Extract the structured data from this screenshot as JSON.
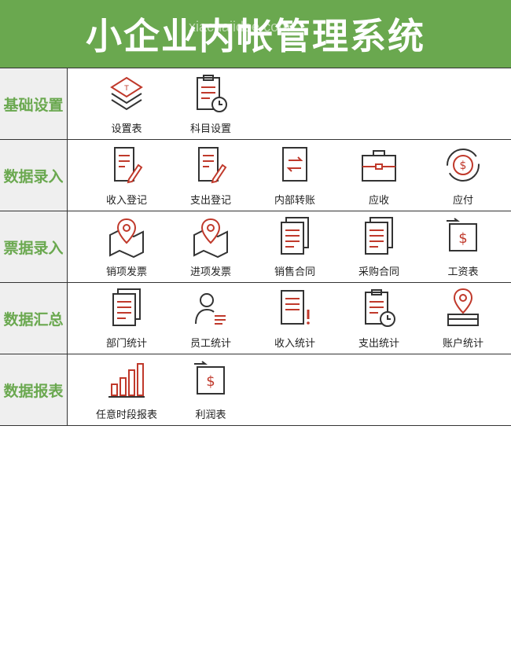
{
  "header": {
    "title": "小企业内帐管理系统",
    "watermark": "xiachaiidoe.com"
  },
  "colors": {
    "accent": "#6aa84f",
    "icon_red": "#c0392b",
    "icon_dark": "#333333",
    "category_bg": "#efefef"
  },
  "sections": [
    {
      "category": "基础设置",
      "items": [
        {
          "label": "设置表",
          "icon": "layers-icon"
        },
        {
          "label": "科目设置",
          "icon": "clipboard-clock-icon"
        }
      ]
    },
    {
      "category": "数据录入",
      "items": [
        {
          "label": "收入登记",
          "icon": "document-pencil-icon"
        },
        {
          "label": "支出登记",
          "icon": "document-pencil-icon"
        },
        {
          "label": "内部转账",
          "icon": "transfer-icon"
        },
        {
          "label": "应收",
          "icon": "briefcase-icon"
        },
        {
          "label": "应付",
          "icon": "dollar-cycle-icon"
        }
      ]
    },
    {
      "category": "票据录入",
      "items": [
        {
          "label": "销项发票",
          "icon": "map-pin-icon"
        },
        {
          "label": "进项发票",
          "icon": "map-pin-icon"
        },
        {
          "label": "销售合同",
          "icon": "documents-icon"
        },
        {
          "label": "采购合同",
          "icon": "documents-icon"
        },
        {
          "label": "工资表",
          "icon": "dollar-frame-icon"
        }
      ]
    },
    {
      "category": "数据汇总",
      "items": [
        {
          "label": "部门统计",
          "icon": "documents-icon"
        },
        {
          "label": "员工统计",
          "icon": "person-list-icon"
        },
        {
          "label": "收入统计",
          "icon": "document-alert-icon"
        },
        {
          "label": "支出统计",
          "icon": "clipboard-clock-icon"
        },
        {
          "label": "账户统计",
          "icon": "location-card-icon"
        }
      ]
    },
    {
      "category": "数据报表",
      "items": [
        {
          "label": "任意时段报表",
          "icon": "bar-chart-icon"
        },
        {
          "label": "利润表",
          "icon": "dollar-frame-icon"
        }
      ]
    }
  ]
}
